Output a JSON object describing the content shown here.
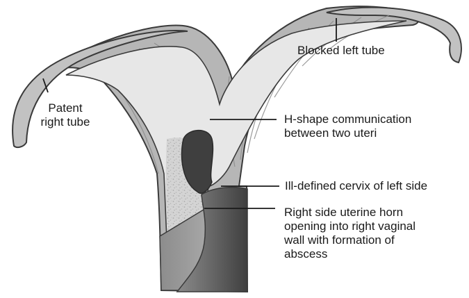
{
  "labels": {
    "blocked_left_tube": "Blocked left tube",
    "patent_right_tube": [
      "Patent",
      "right tube"
    ],
    "h_shape": [
      "H-shape communication",
      "between two uteri"
    ],
    "cervix": "Ill-defined cervix of left side",
    "right_horn": [
      "Right side uterine horn",
      "opening into right vaginal",
      "wall with formation of",
      "abscess"
    ]
  },
  "colors": {
    "outline": "#3a3a3a",
    "muscle": "#b8b8b8",
    "muscle_stripe": "#8e8e8e",
    "cavity": "#e6e6e6",
    "speckle_region": "#d2d2d2",
    "vagina_dark": "#5c5c5c",
    "vagina_mid": "#7a7a7a",
    "leader": "#1a1a1a"
  }
}
